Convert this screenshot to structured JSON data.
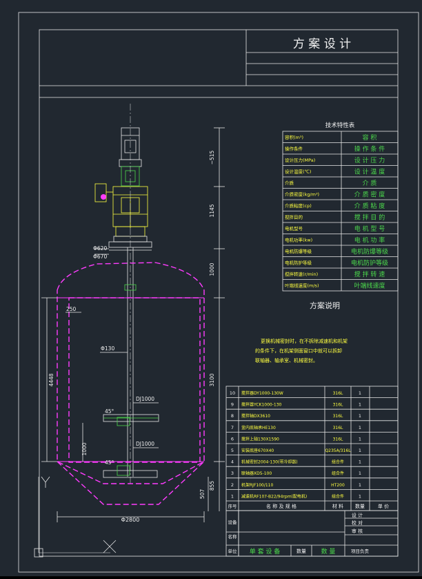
{
  "title": "方 案 设 计",
  "spec_table": {
    "title": "技术特性表",
    "rows": [
      {
        "label": "容积(m³)",
        "value": "容 积"
      },
      {
        "label": "操作条件",
        "value": "操 作 条 件"
      },
      {
        "label": "设计压力(MPa)",
        "value": "设 计 压 力"
      },
      {
        "label": "设计温度(℃)",
        "value": "设 计 温 度"
      },
      {
        "label": "介质",
        "value": "介 质"
      },
      {
        "label": "介质密度(kg/m³)",
        "value": "介 质 密 度"
      },
      {
        "label": "介质粘度(cp)",
        "value": "介 质 粘 度"
      },
      {
        "label": "搅拌目的",
        "value": "搅 拌 目 的"
      },
      {
        "label": "电机型号",
        "value": "电 机 型 号"
      },
      {
        "label": "电机功率(kw)",
        "value": "电 机 功 率"
      },
      {
        "label": "电机防爆等级",
        "value": "电机防爆等级"
      },
      {
        "label": "电机防护等级",
        "value": "电机防护等级"
      },
      {
        "label": "搅拌转速(r/min)",
        "value": "搅 拌 转 速"
      },
      {
        "label": "叶端线速度(m/s)",
        "value": "叶端线速度"
      }
    ]
  },
  "scheme_title": "方案说明",
  "scheme_notes": [
    "更换机械密封时，在不拆除减速机和机架",
    "的条件下，在机架侧面窗口中就可以拆卸",
    "联轴器、轴承室、机械密封。"
  ],
  "dimensions": {
    "d_top": "~515",
    "d_upper": "1145",
    "d_mid": "1000",
    "d_shell": "3100",
    "d_bottom": "855",
    "d_head": "507",
    "h_total": "4448",
    "flange1": "Φ620",
    "flange2": "Φ670",
    "jacket": "250",
    "hub": "Φ130",
    "dj_upper": "DJ1000",
    "dj_lower": "DJ1000",
    "angle_upper": "45°",
    "angle_lower": "45°",
    "h_lower": "1000",
    "diameter": "Φ2800"
  },
  "bom": {
    "headers": {
      "no": "序号",
      "name": "名 称 及 规 格",
      "material": "材 料",
      "qty": "数量",
      "note": "单 价"
    },
    "rows": [
      {
        "no": "10",
        "name": "搅拌器DY1000-130W",
        "material": "316L",
        "qty": "1"
      },
      {
        "no": "9",
        "name": "搅拌器YCK1000-130",
        "material": "316L",
        "qty": "1"
      },
      {
        "no": "8",
        "name": "搅拌轴DX3610",
        "material": "316L",
        "qty": "1"
      },
      {
        "no": "7",
        "name": "釜内底轴承HE130",
        "material": "316L",
        "qty": "1"
      },
      {
        "no": "6",
        "name": "搅拌上轴130X1590",
        "material": "316L",
        "qty": "1"
      },
      {
        "no": "5",
        "name": "安装底座670X40",
        "material": "Q235A/316L",
        "qty": "1"
      },
      {
        "no": "4",
        "name": "机械密封2004-130(带冷却器)",
        "material": "组合件",
        "qty": "1"
      },
      {
        "no": "3",
        "name": "联轴器XD5-100",
        "material": "组合件",
        "qty": "1"
      },
      {
        "no": "2",
        "name": "机架RJF100/110",
        "material": "HT200",
        "qty": "1"
      },
      {
        "no": "1",
        "name": "减速机RF107-B22/94rpm(配电机)",
        "material": "组合件",
        "qty": "1"
      }
    ]
  },
  "title_block": {
    "equipment_label": "设备",
    "name_label": "名称",
    "unit_label": "单位",
    "design": "设 计",
    "check": "校 对",
    "review": "审 核",
    "project_lead": "项目负责",
    "unit_price": "单 套 设 备",
    "quantity": "数量",
    "total": "数 量"
  }
}
